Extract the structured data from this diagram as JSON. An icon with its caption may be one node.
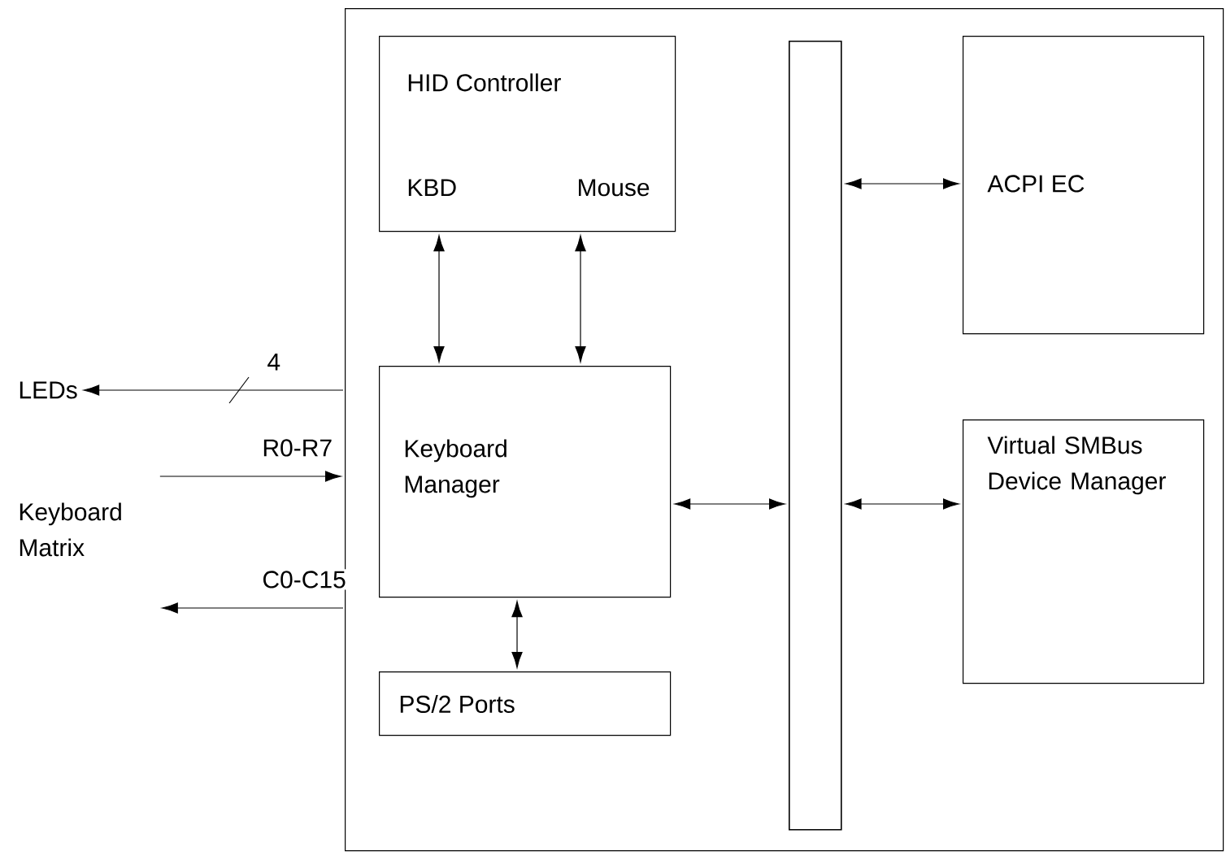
{
  "diagram": {
    "nodes": [
      {
        "text": [],
        "shape": "box"
      },
      {
        "text": [
          "HID Controller",
          "KBD",
          "Mouse"
        ],
        "in": 0
      },
      {
        "text": [
          "Keyboard Manager"
        ],
        "in": 0
      },
      {
        "text": [
          "PS/2 Ports"
        ],
        "in": 0
      },
      {
        "text": [],
        "shape": "bar",
        "in": 0
      },
      {
        "text": [
          "ACPI EC"
        ],
        "in": 0
      },
      {
        "text": [
          "Virtual SMBus Device Manager"
        ],
        "in": 0
      },
      {
        "text": [
          "LEDs"
        ]
      },
      {
        "text": [
          "Keyboard Matrix"
        ]
      }
    ],
    "edges": [
      {
        "from": 1,
        "to": 2,
        "arrow": "both"
      },
      {
        "from": 1,
        "to": 2,
        "arrow": "both"
      },
      {
        "from": 2,
        "to": 3,
        "arrow": "both"
      },
      {
        "from": 2,
        "to": 4,
        "arrow": "both"
      },
      {
        "from": 4,
        "to": 5,
        "arrow": "both"
      },
      {
        "from": 4,
        "to": 6,
        "arrow": "both"
      },
      {
        "from": 0,
        "to": 7,
        "arrow": "to",
        "label": "4"
      },
      {
        "from": 8,
        "to": 0,
        "arrow": "to",
        "label": "R0-R7"
      },
      {
        "from": 0,
        "to": 8,
        "arrow": "to",
        "label": "C0-C15"
      }
    ]
  }
}
